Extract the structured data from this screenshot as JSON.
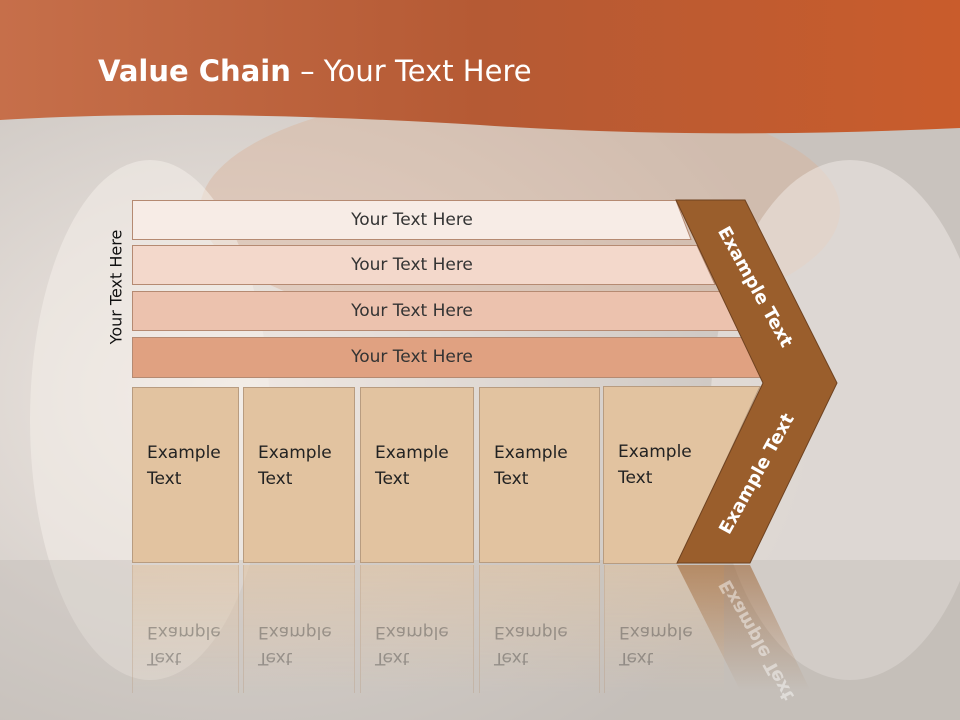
{
  "slide": {
    "title_bold": "Value Chain",
    "title_rest": " – Your Text Here",
    "vertical_label": "Your Text Here"
  },
  "rows": [
    {
      "label": "Your Text Here",
      "color": "#f7ece6"
    },
    {
      "label": "Your Text Here",
      "color": "#f3d8cb"
    },
    {
      "label": "Your Text Here",
      "color": "#ecc2ae"
    },
    {
      "label": "Your Text Here",
      "color": "#e0a181"
    }
  ],
  "cards": [
    {
      "line1": "Example",
      "line2": "Text"
    },
    {
      "line1": "Example",
      "line2": "Text"
    },
    {
      "line1": "Example",
      "line2": "Text"
    },
    {
      "line1": "Example",
      "line2": "Text"
    },
    {
      "line1": "Example",
      "line2": "Text"
    }
  ],
  "chevron": {
    "top_label": "Example Text",
    "bottom_label": "Example Text",
    "color": "#9a5e2c"
  },
  "colors": {
    "header": "#c9643a",
    "card": "#e2c3a0"
  }
}
